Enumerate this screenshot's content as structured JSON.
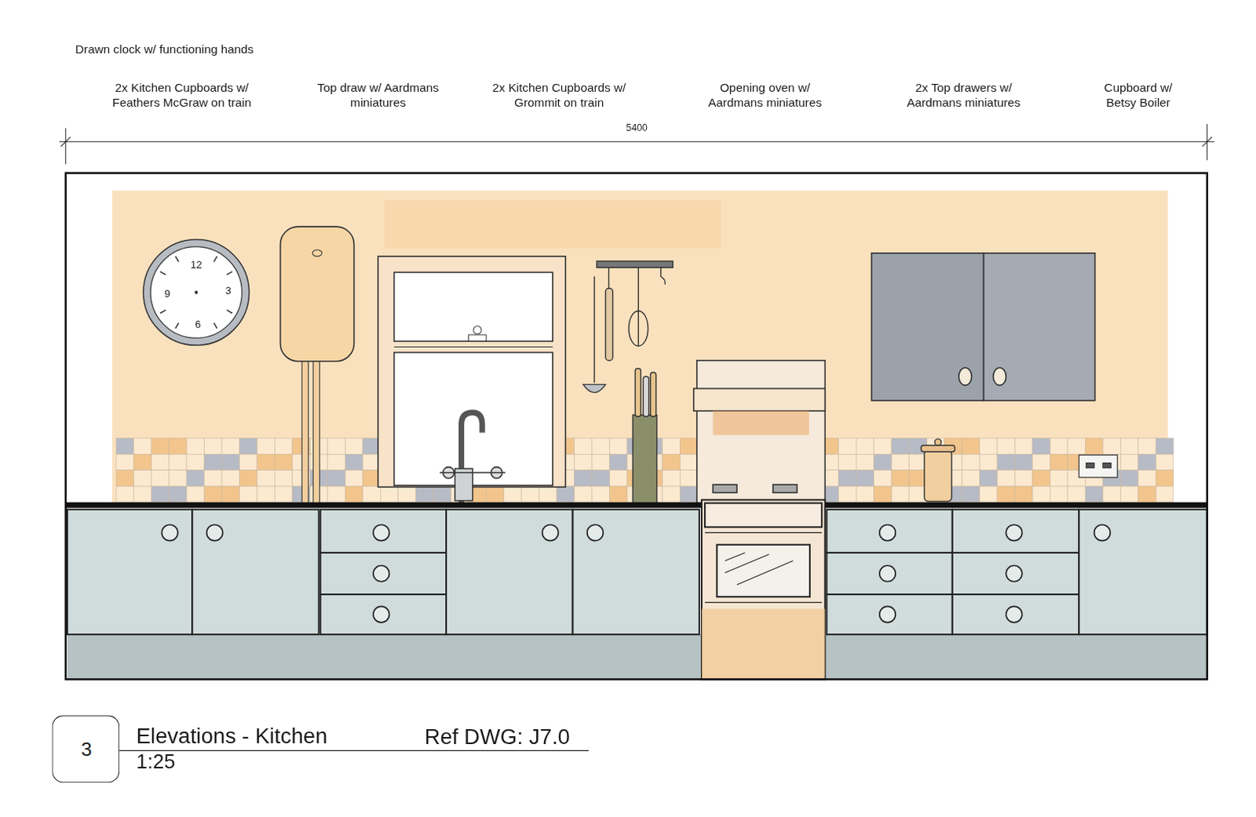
{
  "diagram": {
    "title": "Elevations - Kitchen",
    "nodes": [
      {
        "text": [
          "12",
          "3",
          "6",
          "9"
        ]
      },
      {
        "text": [
          "3"
        ]
      }
    ],
    "labels": [
      "Drawn clock w/ functioning hands",
      "2x Kitchen Cupboards w/ Feathers McGraw on train",
      "Top draw w/ Aardmans miniatures",
      "2x Kitchen Cupboards w/ Grommit on train",
      "Opening oven w/ Aardmans miniatures",
      "2x Top drawers w/ Aardmans miniatures",
      "Cupboard w/ Betsy Boiler",
      "5400",
      "1:25",
      "Ref DWG: J7.0"
    ]
  }
}
